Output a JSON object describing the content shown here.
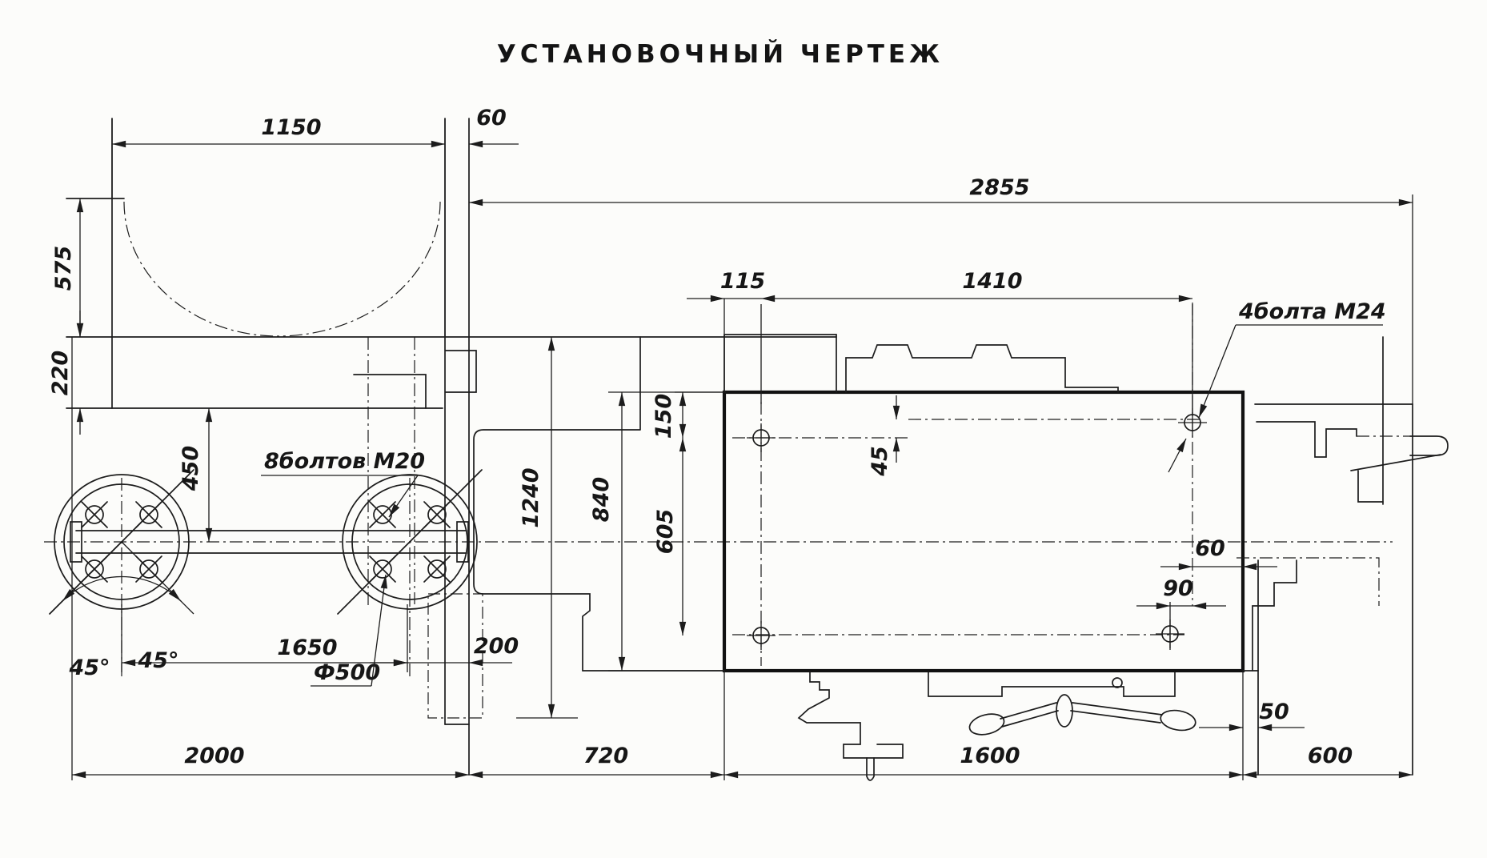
{
  "title": "УСТАНОВОЧНЫЙ ЧЕРТЕЖ",
  "annotations": {
    "bolts8": "8болтов М20",
    "dia500": "Ф500",
    "bolts4": "4болта М24"
  },
  "dims": {
    "d1150": "1150",
    "d60_top": "60",
    "d575": "575",
    "d220": "220",
    "d450": "450",
    "d45deg_left": "45°",
    "d45deg_right": "45°",
    "d1650": "1650",
    "d200": "200",
    "d2000": "2000",
    "d720": "720",
    "d2855": "2855",
    "d115": "115",
    "d1410": "1410",
    "d1240": "1240",
    "d840": "840",
    "d150": "150",
    "d605": "605",
    "d45": "45",
    "d90": "90",
    "d60_right": "60",
    "d50": "50",
    "d1600": "1600",
    "d600": "600"
  }
}
